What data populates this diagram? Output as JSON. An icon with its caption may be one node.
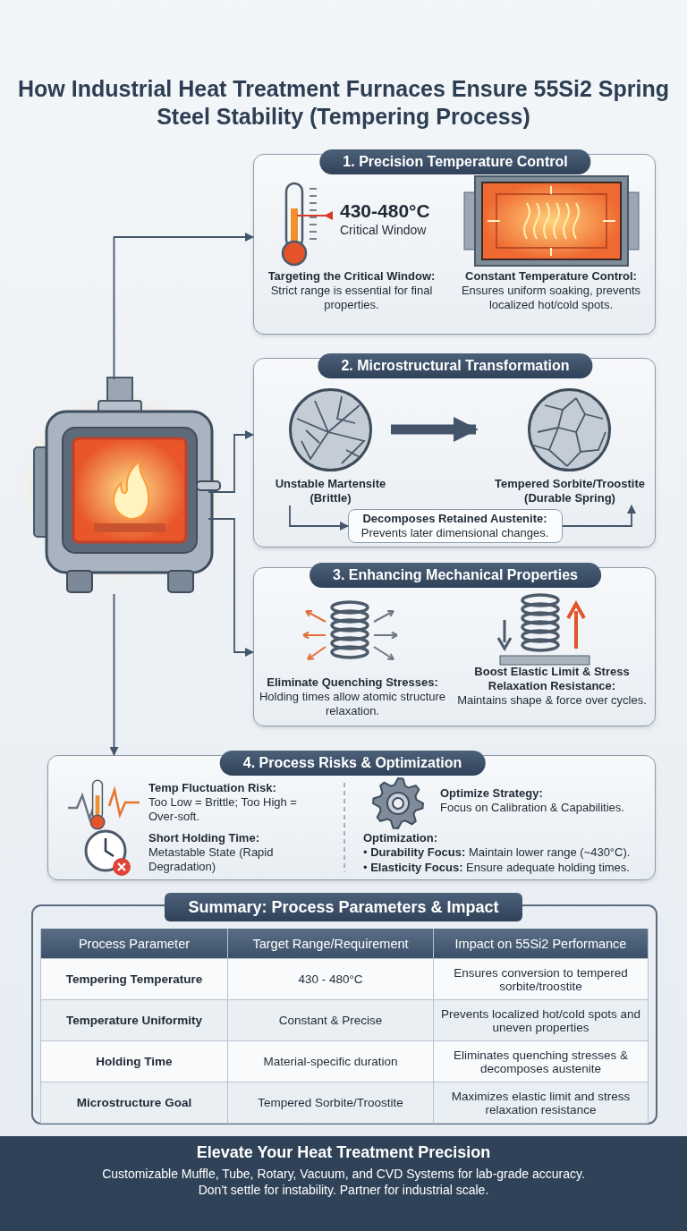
{
  "diagram": {
    "title": "How Industrial Heat Treatment Furnaces Ensure 55Si2 Spring Steel Stability (Tempering Process)",
    "nodes": [
      {
        "text": [],
        "shape": "picture"
      },
      {
        "text": [
          "1. Precision Temperature Control",
          "430-480°C",
          "Critical Window",
          "**Targeting the Critical Window:** Strict range is essential for final properties.",
          "**Constant Temperature Control:** Ensures uniform soaking, prevents localized hot/cold spots."
        ]
      },
      {
        "text": [
          "2. Microstructural Transformation"
        ]
      },
      {
        "text": [
          "Unstable Martensite (Brittle)"
        ],
        "in": 2
      },
      {
        "text": [
          "Tempered Sorbite/Troostite (Durable Spring)"
        ],
        "in": 2
      },
      {
        "text": [
          "**Decomposes Retained Austenite:** Prevents later dimensional changes."
        ],
        "in": 2
      },
      {
        "text": [
          "3. Enhancing Mechanical Properties",
          "**Eliminate Quenching Stresses:** Holding times allow atomic structure relaxation.",
          "**Boost Elastic Limit & Stress Relaxation Resistance:** Maintains shape & force over cycles."
        ]
      },
      {
        "text": [
          "4. Process Risks & Optimization",
          "**Temp Fluctuation Risk:** Too Low = Brittle; Too High = Over-soft.",
          "**Short Holding Time:** Metastable State (Rapid Degradation)",
          "**Optimize Strategy:** Focus on Calibration & Capabilities.",
          "Optimization:",
          "• **Durability Focus:** Maintain lower range (~430°C).",
          "• **Elasticity Focus:** Ensure adequate holding times."
        ]
      }
    ],
    "edges": [
      {
        "from": 0,
        "to": 1,
        "arrow": "to"
      },
      {
        "from": 0,
        "to": 2,
        "arrow": "to"
      },
      {
        "from": 0,
        "to": 6,
        "arrow": "to"
      },
      {
        "from": 0,
        "to": 7,
        "arrow": "to"
      },
      {
        "from": 3,
        "to": 4,
        "arrow": "to",
        "style": "thick"
      },
      {
        "from": 3,
        "to": 5,
        "arrow": "to"
      },
      {
        "from": 5,
        "to": 4,
        "arrow": "to"
      }
    ],
    "labels": [
      "Summary: Process Parameters & Impact",
      "Process Parameter",
      "Target Range/Requirement",
      "Impact on 55Si2 Performance",
      "Tempering Temperature",
      "430 - 480°C",
      "Ensures conversion to tempered sorbite/troostite",
      "Temperature Uniformity",
      "Constant & Precise",
      "Prevents localized hot/cold spots and uneven properties",
      "Holding Time",
      "Material-specific duration",
      "Eliminates quenching stresses & decomposes austenite",
      "Microstructure Goal",
      "Tempered Sorbite/Troostite",
      "Maximizes elastic limit and stress relaxation resistance",
      "Elevate Your Heat Treatment Precision",
      "Customizable Muffle, Tube, Rotary, Vacuum, and CVD Systems for lab-grade accuracy.",
      "Don't settle for instability. Partner for industrial scale."
    ]
  }
}
